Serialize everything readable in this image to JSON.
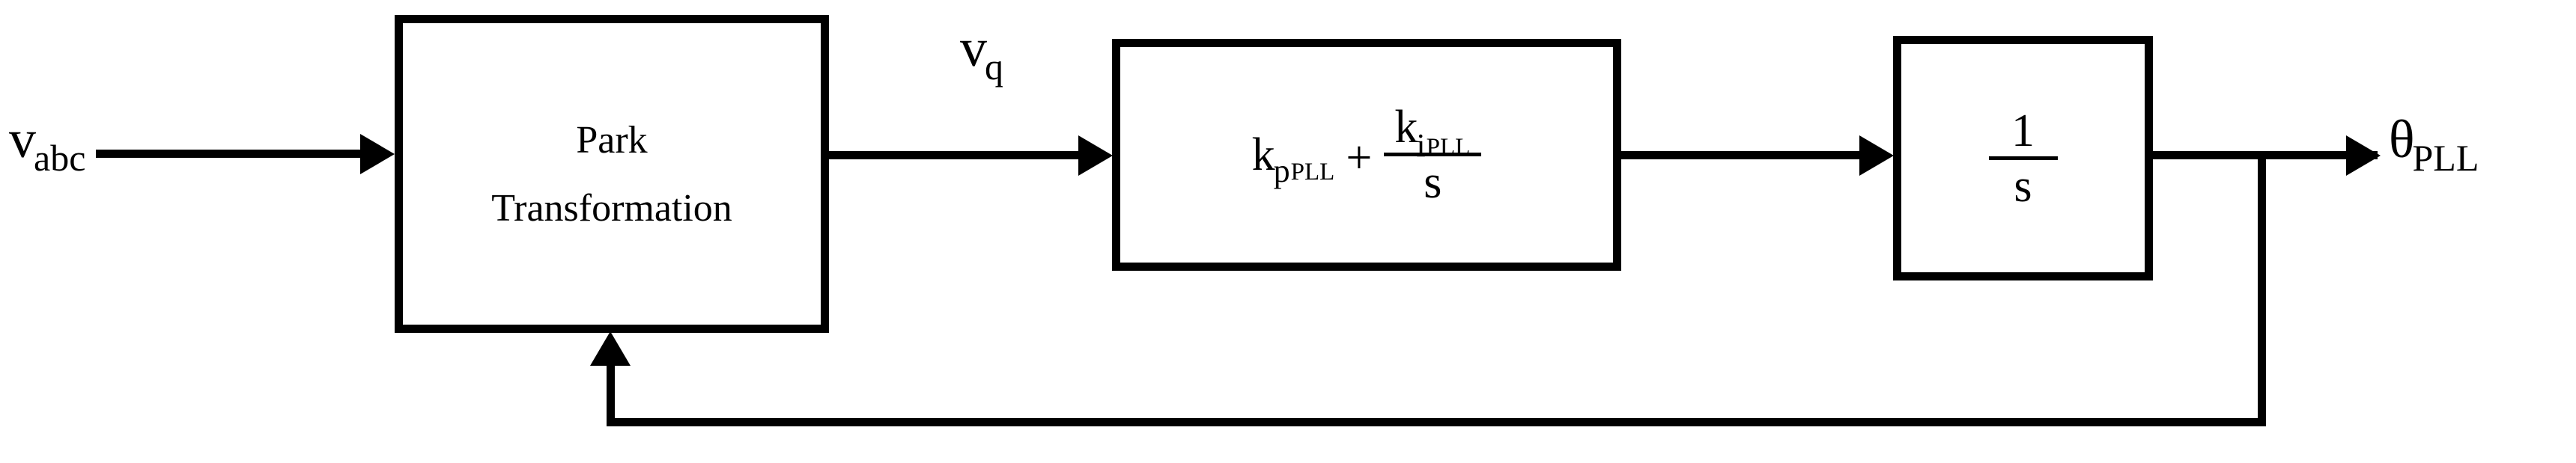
{
  "diagram": {
    "title": "PLL (Phase-Locked Loop) control block diagram",
    "line_color": "#000000",
    "background_color": "#ffffff"
  },
  "signals": {
    "input": {
      "base": "v",
      "subscript": "abc",
      "full": "v_abc"
    },
    "intermediate": {
      "base": "v",
      "subscript": "q",
      "full": "v_q"
    },
    "output": {
      "base": "θ",
      "subscript": "PLL",
      "full": "θ_PLL"
    }
  },
  "blocks": {
    "park": {
      "line1": "Park",
      "line2": "Transformation"
    },
    "pi_controller": {
      "gain_base": "k",
      "gain_sub": "p",
      "gain_sub_sub": "PLL",
      "operator": "+",
      "numerator_base": "k",
      "numerator_sub": "i",
      "numerator_sub_sub": "PLL",
      "denominator": "s"
    },
    "integrator": {
      "numerator": "1",
      "denominator": "s"
    }
  },
  "connections": {
    "input_to_park": "v_abc → Park Transformation",
    "park_to_pi": "v_q → PI controller",
    "pi_to_integrator": "PI controller → 1/s",
    "integrator_to_output": "1/s → θ_PLL",
    "feedback": "θ_PLL → Park Transformation (feedback)"
  }
}
